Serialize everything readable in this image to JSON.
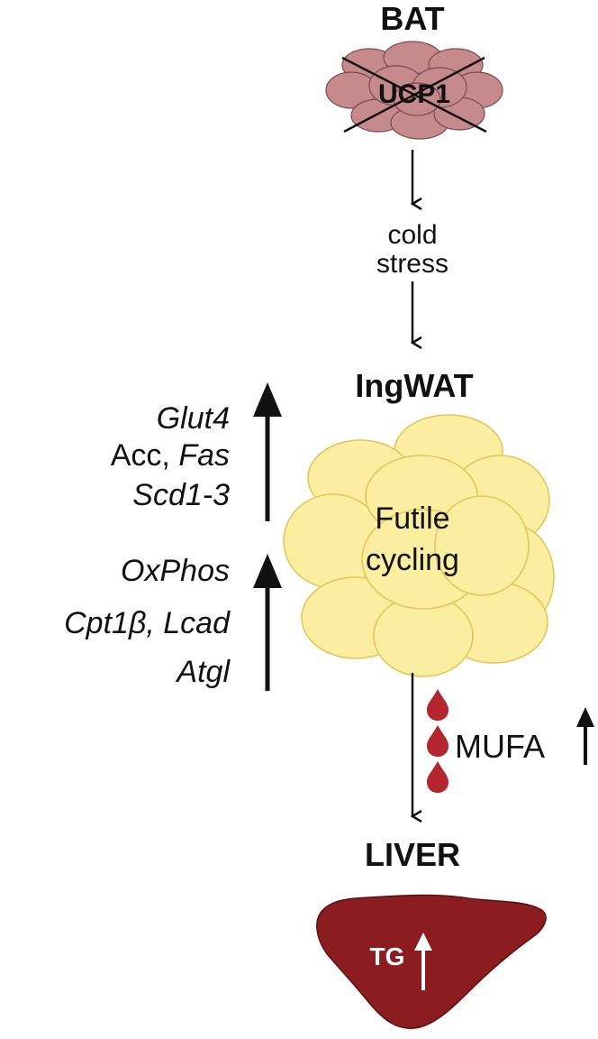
{
  "bat": {
    "title": "BAT",
    "label": "UCP1"
  },
  "cold": {
    "line1": "cold",
    "line2": "stress"
  },
  "ingwat": {
    "title": "IngWAT",
    "line1": "Futile",
    "line2": "cycling"
  },
  "genes_up": [
    {
      "a": "Glut4",
      "b": ""
    },
    {
      "a": "Acc, ",
      "b": "Fas"
    },
    {
      "a": "Scd1-3",
      "b": ""
    }
  ],
  "genes_down": [
    {
      "a": "OxPhos",
      "b": ""
    },
    {
      "a": "Cpt1β",
      "b": ", Lcad"
    },
    {
      "a": "Atgl",
      "b": ""
    }
  ],
  "mufa": {
    "label": "MUFA"
  },
  "liver": {
    "title": "LIVER",
    "label": "TG"
  },
  "colors": {
    "bat_cells": "#c68a8c",
    "bat_outline": "#7a4a4c",
    "wat_cells": "#fbeea0",
    "wat_outline": "#e3c75a",
    "droplet": "#b4252d",
    "liver": "#8b1c1f"
  }
}
